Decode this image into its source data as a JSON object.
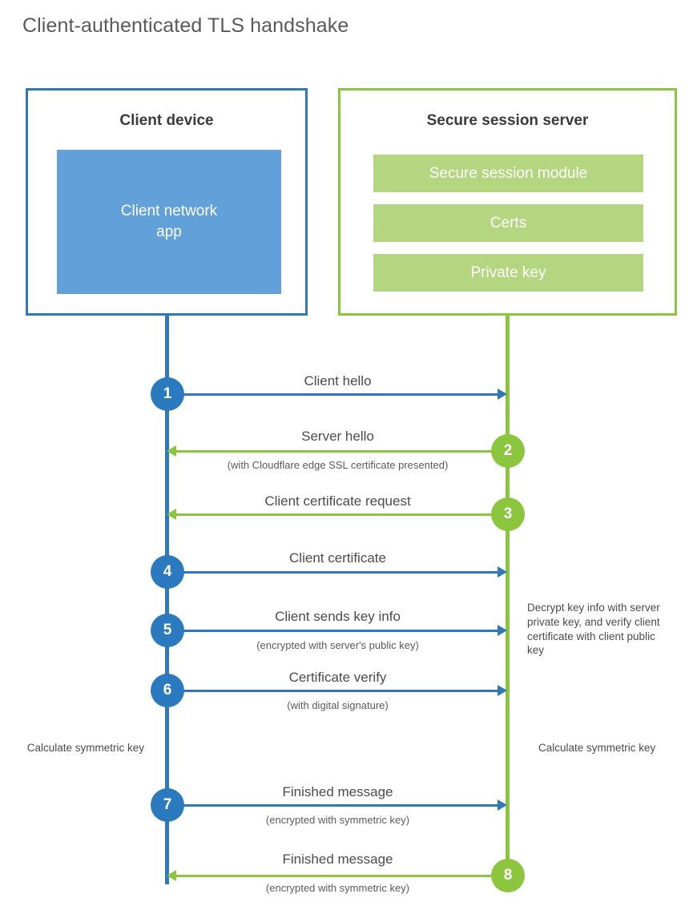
{
  "title": "Client-authenticated TLS handshake",
  "entities": {
    "client": {
      "title": "Client device",
      "inner": "Client network app",
      "inner_line1": "Client network",
      "inner_line2": "app",
      "border_color": "#3079b8",
      "inner_color": "#61a0d8"
    },
    "server": {
      "title": "Secure session server",
      "border_color": "#8cc63f",
      "bar_color": "#b4d680",
      "bars": [
        {
          "label": "Secure session module"
        },
        {
          "label": "Certs"
        },
        {
          "label": "Private key"
        }
      ]
    }
  },
  "steps": [
    {
      "number": "1",
      "label": "Client hello",
      "sublabel": "",
      "direction": "client-to-server",
      "color": "#3079b8"
    },
    {
      "number": "2",
      "label": "Server hello",
      "sublabel": "(with Cloudflare edge SSL certificate presented)",
      "direction": "server-to-client",
      "color": "#8cc63f"
    },
    {
      "number": "3",
      "label": "Client certificate request",
      "sublabel": "",
      "direction": "server-to-client",
      "color": "#8cc63f"
    },
    {
      "number": "4",
      "label": "Client certificate",
      "sublabel": "",
      "direction": "client-to-server",
      "color": "#3079b8"
    },
    {
      "number": "5",
      "label": "Client sends key info",
      "sublabel": "(encrypted with server's public key)",
      "direction": "client-to-server",
      "color": "#3079b8"
    },
    {
      "number": "6",
      "label": "Certificate verify",
      "sublabel": "(with digital signature)",
      "direction": "client-to-server",
      "color": "#3079b8"
    },
    {
      "number": "7",
      "label": "Finished message",
      "sublabel": "(encrypted with symmetric key)",
      "direction": "client-to-server",
      "color": "#3079b8"
    },
    {
      "number": "8",
      "label": "Finished message",
      "sublabel": "(encrypted with symmetric key)",
      "direction": "server-to-client",
      "color": "#8cc63f"
    }
  ],
  "annotations": {
    "server_decrypt": "Decrypt key info with server private key, and verify client certificate with client public key",
    "client_calculate": "Calculate symmetric key",
    "server_calculate": "Calculate symmetric key"
  }
}
